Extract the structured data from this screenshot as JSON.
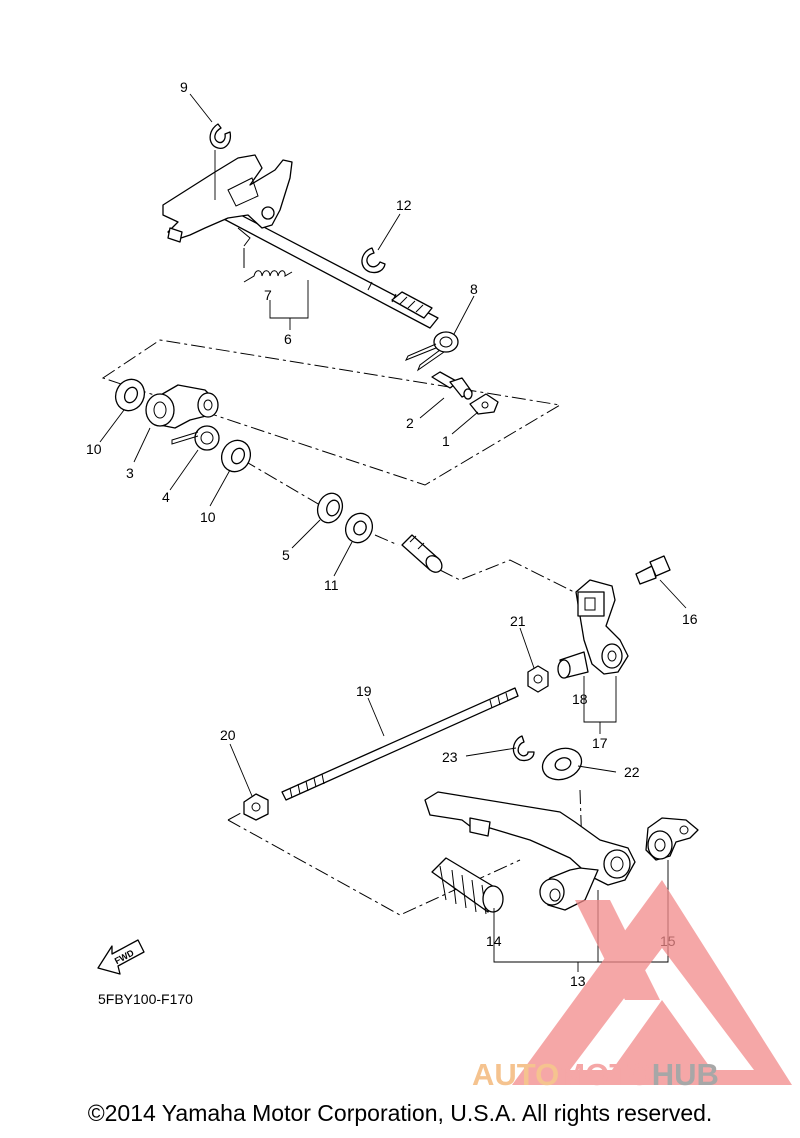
{
  "diagram_code": "5FBY100-F170",
  "fwd_label": "FWD",
  "copyright": "©2014 Yamaha Motor Corporation, U.S.A. All rights reserved.",
  "watermark": {
    "word_part1": "AUTO",
    "word_part2": "MOTO",
    "word_part3": "HUB",
    "color_orange": "#f2b06a",
    "color_red": "#f28a8a",
    "color_gray": "#8a8a8a"
  },
  "part_labels": {
    "p1": "1",
    "p2": "2",
    "p3": "3",
    "p4": "4",
    "p5": "5",
    "p6": "6",
    "p7": "7",
    "p8": "8",
    "p9": "9",
    "p10a": "10",
    "p10b": "10",
    "p11": "11",
    "p12": "12",
    "p13": "13",
    "p14": "14",
    "p15": "15",
    "p16": "16",
    "p17": "17",
    "p18": "18",
    "p19": "19",
    "p20": "20",
    "p21": "21",
    "p22": "22",
    "p23": "23"
  }
}
